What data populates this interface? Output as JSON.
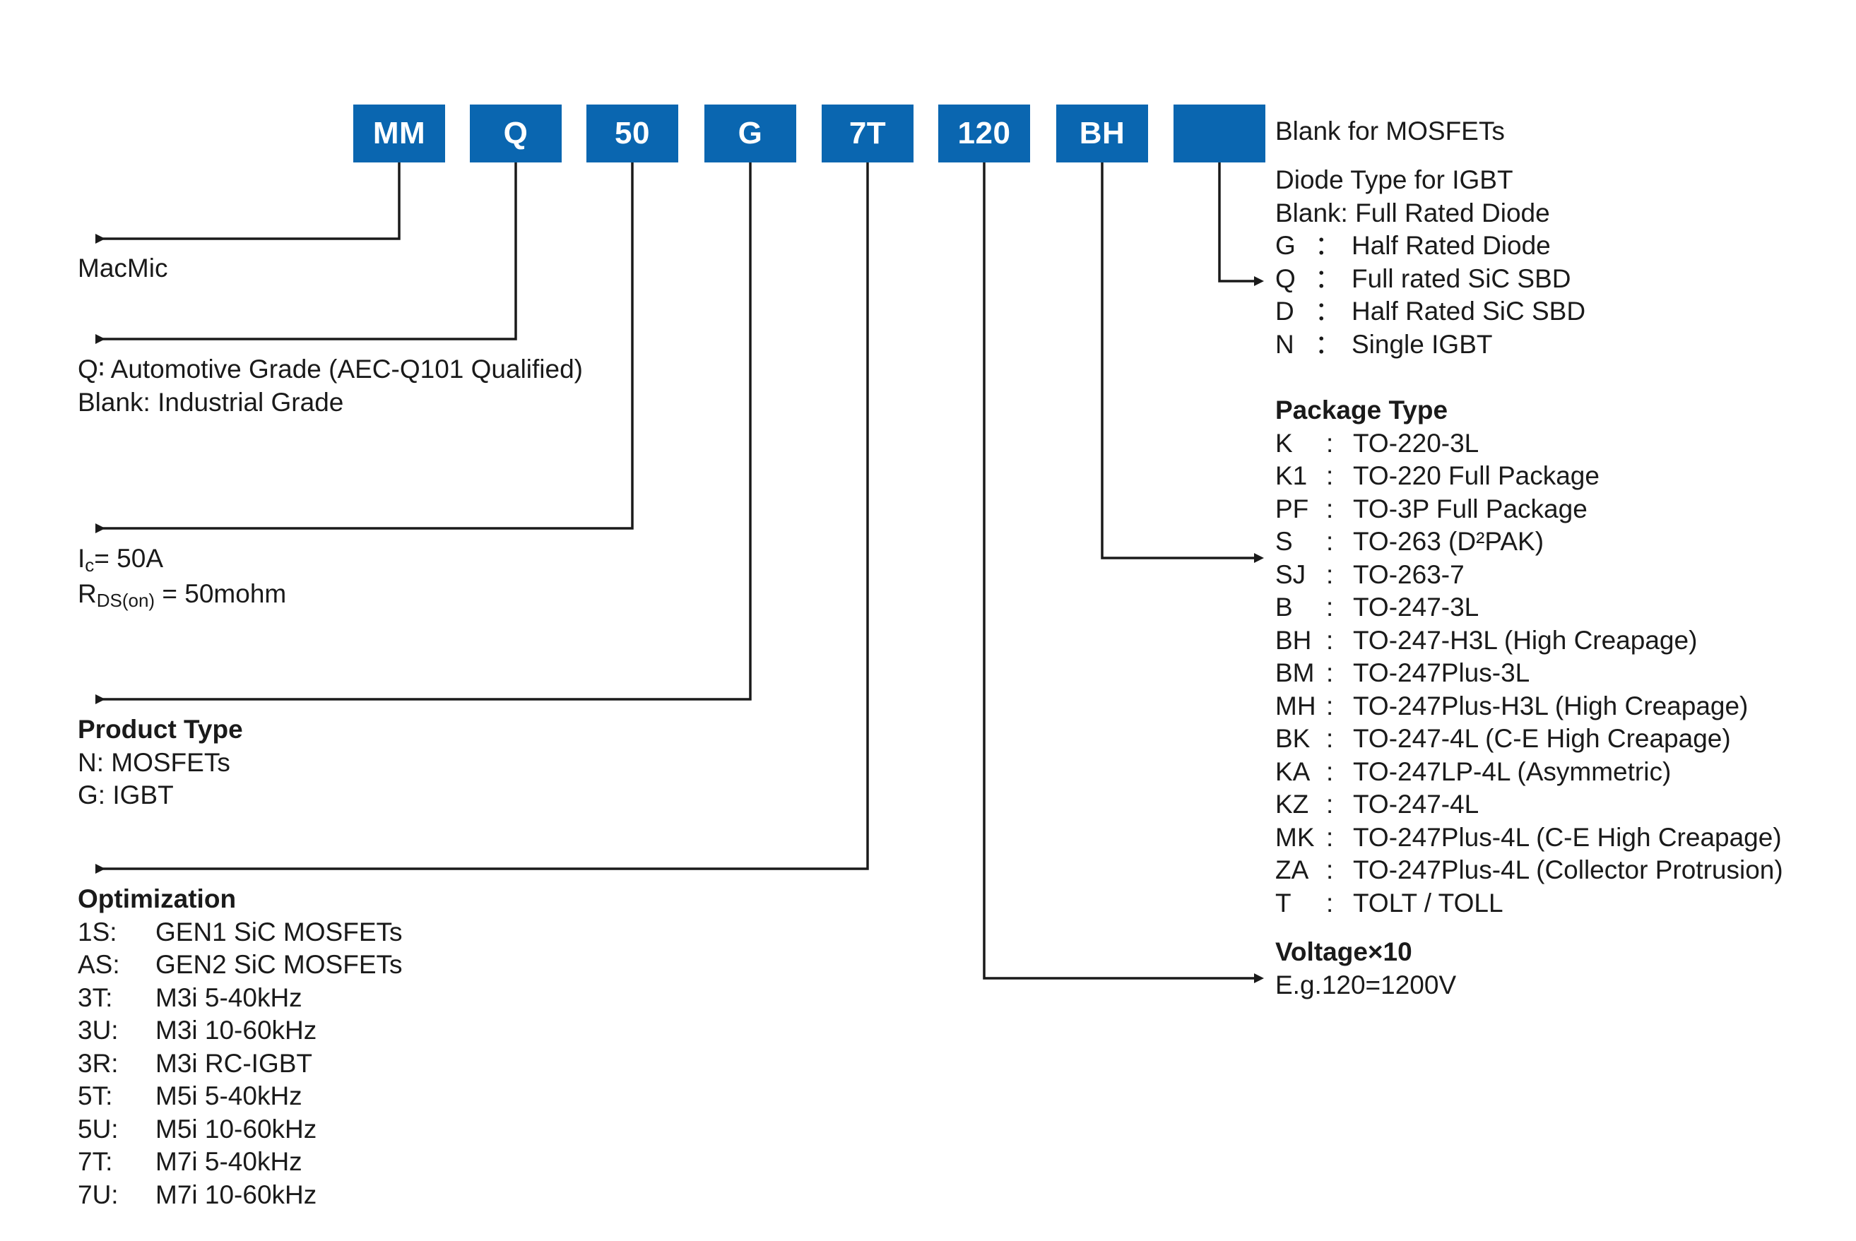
{
  "part_code": {
    "segments": [
      {
        "id": "manufacturer",
        "label": "MM"
      },
      {
        "id": "grade",
        "label": "Q"
      },
      {
        "id": "current",
        "label": "50"
      },
      {
        "id": "product-type",
        "label": "G"
      },
      {
        "id": "optimization",
        "label": "7T"
      },
      {
        "id": "voltage",
        "label": "120"
      },
      {
        "id": "package",
        "label": "BH"
      },
      {
        "id": "diode-type",
        "label": ""
      }
    ]
  },
  "accent_color": "#0a66b0",
  "left": {
    "manufacturer": {
      "lines": [
        "MacMic"
      ]
    },
    "grade": {
      "lines": [
        "Q∶ Automotive Grade (AEC-Q101 Qualified)",
        "Blank: Industrial Grade"
      ]
    },
    "ratings": {
      "current_prefix": "I",
      "current_sub": "c",
      "current_value": "= 50A",
      "rds_prefix": "R",
      "rds_sub": "DS(on)",
      "rds_value": " = 50mohm"
    },
    "product_type": {
      "title": "Product Type",
      "lines": [
        "N: MOSFETs",
        "G: IGBT"
      ]
    },
    "optimization": {
      "title": "Optimization",
      "items": [
        {
          "code": "1S:",
          "desc": "GEN1 SiC MOSFETs"
        },
        {
          "code": "AS:",
          "desc": "GEN2 SiC MOSFETs"
        },
        {
          "code": "3T:",
          "desc": "M3i 5-40kHz"
        },
        {
          "code": "3U:",
          "desc": "M3i 10-60kHz"
        },
        {
          "code": "3R:",
          "desc": "M3i RC-IGBT"
        },
        {
          "code": "5T:",
          "desc": "M5i 5-40kHz"
        },
        {
          "code": "5U:",
          "desc": "M5i 10-60kHz"
        },
        {
          "code": "7T:",
          "desc": "M7i 5-40kHz"
        },
        {
          "code": "7U:",
          "desc": "M7i 10-60kHz"
        }
      ]
    }
  },
  "right": {
    "mosfet_note": "Blank for MOSFETs",
    "diode_type": {
      "title": "Diode Type for IGBT",
      "blank_line": "Blank: Full Rated Diode",
      "items": [
        {
          "code": "G",
          "sep": "：",
          "desc": "Half Rated Diode"
        },
        {
          "code": "Q",
          "sep": "：",
          "desc": "Full rated SiC SBD"
        },
        {
          "code": "D",
          "sep": "：",
          "desc": "Half Rated SiC SBD"
        },
        {
          "code": "N",
          "sep": "：",
          "desc": "Single IGBT"
        }
      ]
    },
    "package_type": {
      "title": "Package Type",
      "items": [
        {
          "code": "K",
          "desc": "TO-220-3L"
        },
        {
          "code": "K1",
          "desc": "TO-220 Full Package"
        },
        {
          "code": "PF",
          "desc": "TO-3P Full Package"
        },
        {
          "code": "S",
          "desc": "TO-263 (D²PAK)"
        },
        {
          "code": "SJ",
          "desc": "TO-263-7"
        },
        {
          "code": "B",
          "desc": "TO-247-3L"
        },
        {
          "code": "BH",
          "desc": "TO-247-H3L (High Creapage)"
        },
        {
          "code": "BM",
          "desc": "TO-247Plus-3L"
        },
        {
          "code": "MH",
          "desc": "TO-247Plus-H3L (High Creapage)"
        },
        {
          "code": "BK",
          "desc": "TO-247-4L (C-E High Creapage)"
        },
        {
          "code": "KA",
          "desc": "TO-247LP-4L (Asymmetric)"
        },
        {
          "code": "KZ",
          "desc": "TO-247-4L"
        },
        {
          "code": "MK",
          "desc": "TO-247Plus-4L (C-E High Creapage)"
        },
        {
          "code": "ZA",
          "desc": "TO-247Plus-4L (Collector Protrusion)"
        },
        {
          "code": "T",
          "desc": "TOLT / TOLL"
        }
      ]
    },
    "voltage": {
      "title": "Voltage×10",
      "example": "E.g.120=1200V"
    }
  }
}
